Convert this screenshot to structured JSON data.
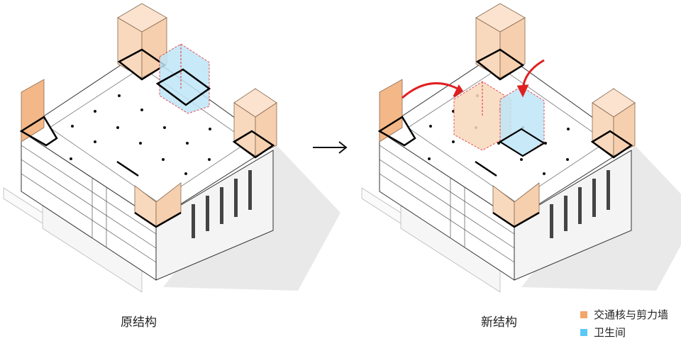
{
  "captions": {
    "before": "原结构",
    "after": "新结构"
  },
  "legend": [
    {
      "label": "交通核与剪力墙",
      "color": "#f4a66a"
    },
    {
      "label": "卫生间",
      "color": "#5bc8f5"
    }
  ],
  "colors": {
    "core_fill": "#f9d9bd",
    "core_stroke": "#8a6a50",
    "wc_fill": "#bfe6f7",
    "new_volume": "#e03030",
    "arrow": "#e02020"
  },
  "icons": {
    "transition": "right-arrow-icon"
  }
}
